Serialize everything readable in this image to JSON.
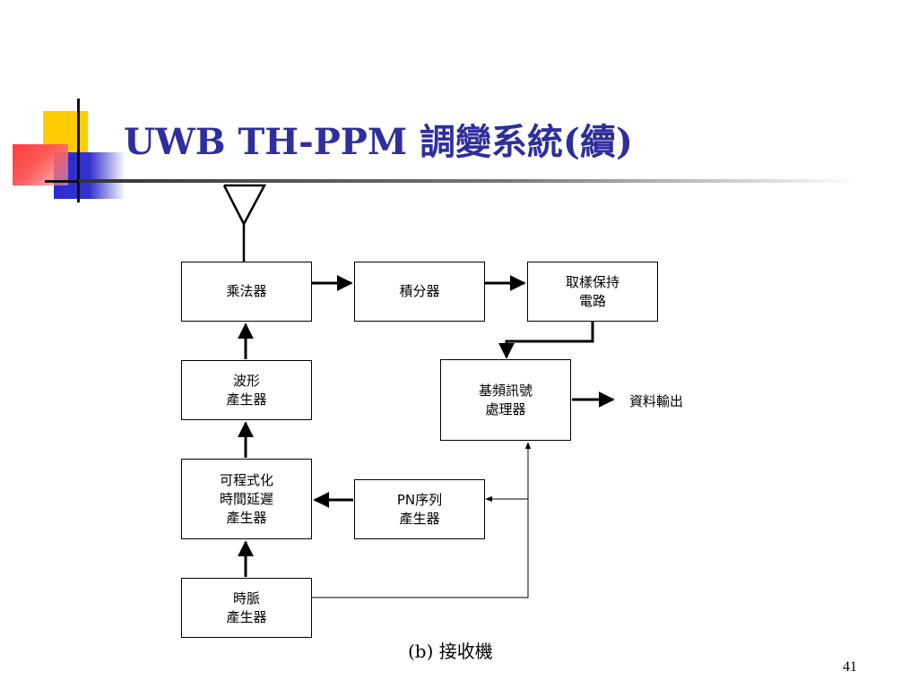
{
  "slide": {
    "title": "UWB TH-PPM 調變系統(續)",
    "caption": "(b) 接收機",
    "page_number": "41"
  },
  "diagram": {
    "blocks": {
      "multiplier": "乘法器",
      "integrator": "積分器",
      "sample_hold": "取樣保持\n電路",
      "waveform_gen": "波形\n產生器",
      "baseband_proc": "基頻訊號\n處理器",
      "delay_gen": "可程式化\n時間延遲\n產生器",
      "pn_gen": "PN序列\n產生器",
      "clock_gen": "時脈\n產生器"
    },
    "output_label": "資料輸出"
  },
  "colors": {
    "title": "#2e2e9e",
    "accent_yellow": "#ffcc00",
    "accent_blue": "#3333cc",
    "accent_red": "#ff3b3b"
  }
}
